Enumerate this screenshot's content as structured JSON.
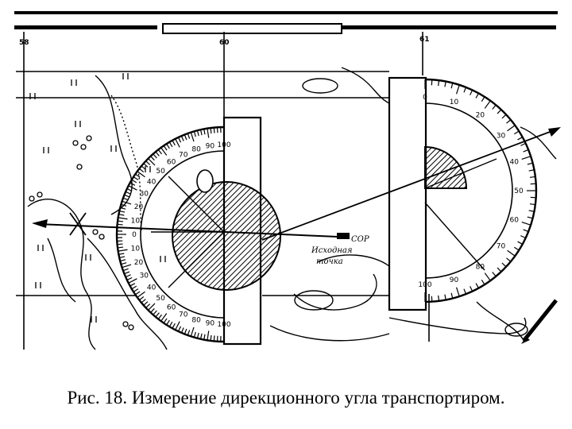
{
  "caption": "Рис. 18. Измерение дирекционного угла транспортиром.",
  "grid_labels": [
    "58",
    "60",
    "61"
  ],
  "annotation": {
    "line1": "Исходная",
    "line2": "точка",
    "sor": "СОР"
  },
  "protractor_left_scale": [
    "100",
    "90",
    "80",
    "70",
    "60",
    "50",
    "40",
    "30",
    "20",
    "10",
    "0",
    "10",
    "20",
    "30",
    "40",
    "50",
    "60",
    "70",
    "80",
    "90",
    "100"
  ],
  "protractor_right_scale": [
    "0",
    "10",
    "20",
    "30",
    "40",
    "50",
    "60",
    "70",
    "80",
    "90",
    "100"
  ]
}
